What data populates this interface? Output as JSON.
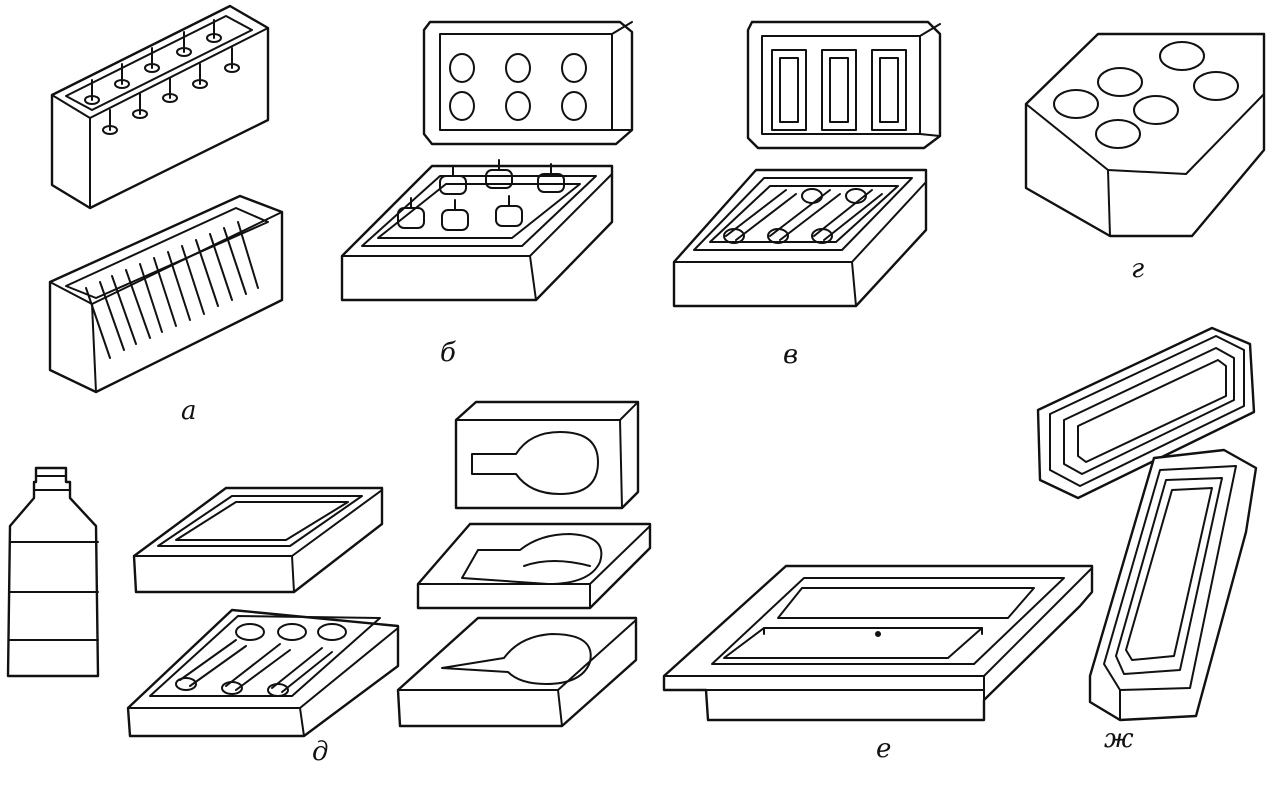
{
  "labels": {
    "a": "а",
    "b": "б",
    "v": "в",
    "g": "г",
    "d": "д",
    "e": "е",
    "zh": "ж"
  },
  "icons": {
    "a": "tray-with-cones-and-ampoule-tray",
    "b": "tray-with-round-holes-and-vials",
    "v": "tray-with-slots-and-ampoules",
    "g": "block-with-six-round-holes",
    "d": "bottle-shaped-insert-trays-and-syringe-tray",
    "e": "open-box-tray-with-two-compartments",
    "zh": "elongated-lid-and-tray"
  }
}
